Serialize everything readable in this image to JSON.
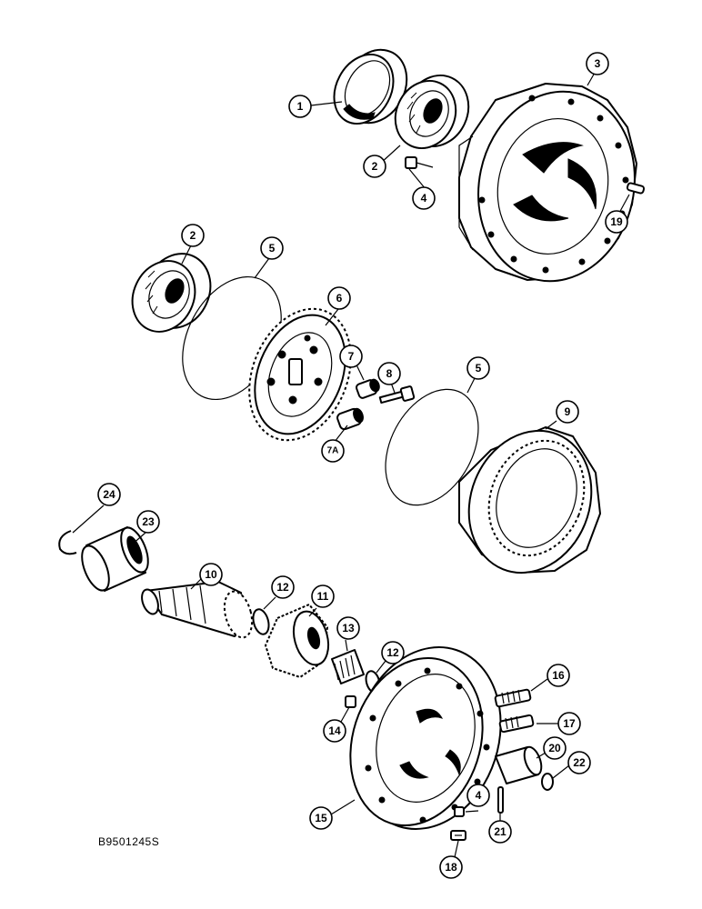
{
  "figure_code": "B9501245S",
  "callouts": {
    "c1": "1",
    "c2a": "2",
    "c2b": "2",
    "c3": "3",
    "c4a": "4",
    "c4b": "4",
    "c5a": "5",
    "c5b": "5",
    "c6": "6",
    "c7": "7",
    "c7a": "7A",
    "c8": "8",
    "c9": "9",
    "c10": "10",
    "c11": "11",
    "c12a": "12",
    "c12b": "12",
    "c13": "13",
    "c14": "14",
    "c15": "15",
    "c16": "16",
    "c17": "17",
    "c18": "18",
    "c19": "19",
    "c20": "20",
    "c21": "21",
    "c22": "22",
    "c23": "23",
    "c24": "24"
  }
}
